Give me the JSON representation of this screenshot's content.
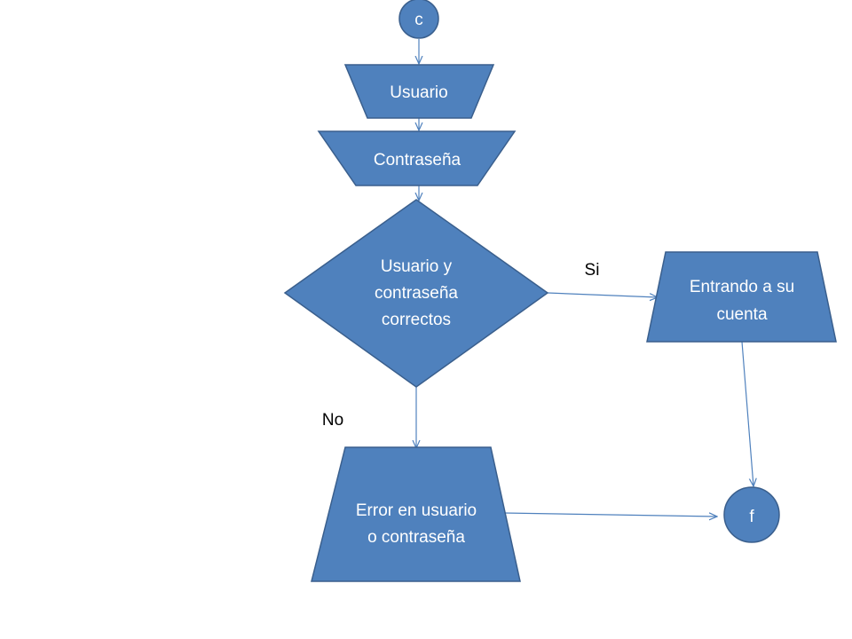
{
  "diagram": {
    "start": "c",
    "user_input": "Usuario",
    "password_input": "Contraseña",
    "decision": [
      "Usuario y",
      "contraseña",
      "correctos"
    ],
    "yes_label": "Si",
    "no_label": "No",
    "success": [
      "Entrando a su",
      "cuenta"
    ],
    "error": [
      "Error en usuario",
      "o contraseña"
    ],
    "end": "f"
  },
  "colors": {
    "shape_fill": "#4f81bd",
    "shape_stroke": "#3a5f8d",
    "connector": "#4f81bd"
  }
}
